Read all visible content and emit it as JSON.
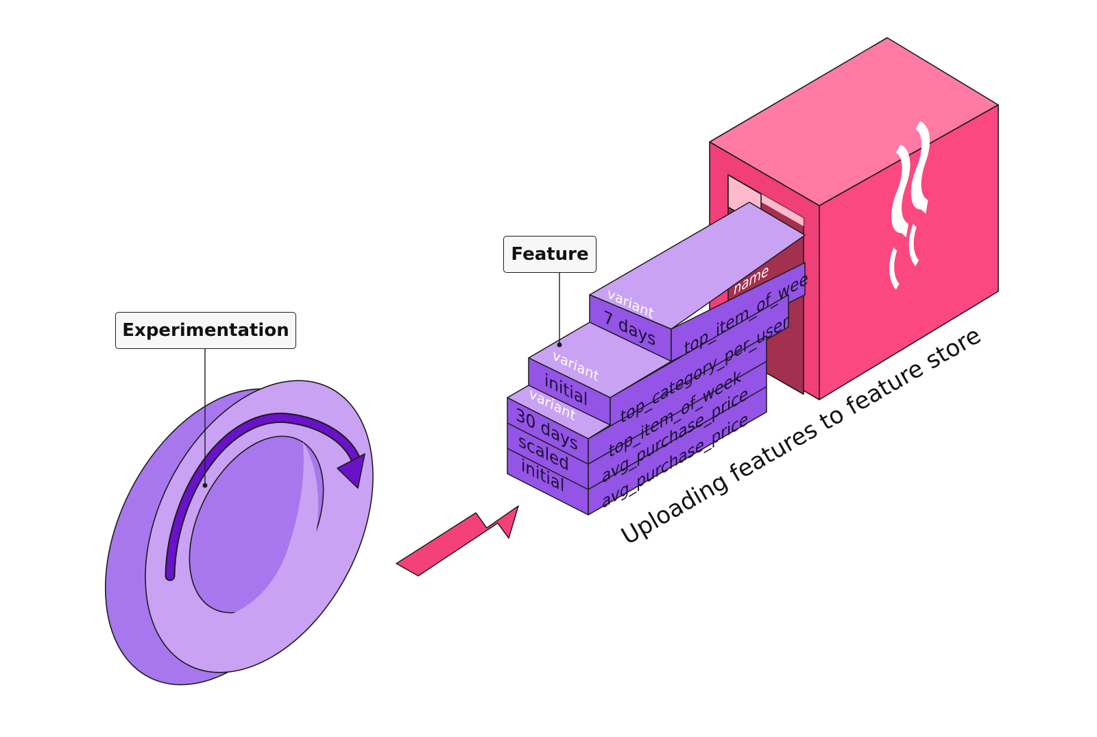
{
  "callouts": {
    "experimentation": "Experimentation",
    "feature": "Feature"
  },
  "caption": "Uploading features to feature store",
  "top_block": {
    "variant_tag": "variant",
    "name_tag": "name",
    "variant": "7 days",
    "name": "top_item_of_wee"
  },
  "middle_block": {
    "variant_tag": "variant",
    "variant": "initial",
    "name": "top_category_per_user"
  },
  "bottom_stack": {
    "variant_tag": "variant",
    "rows": [
      {
        "variant": "30 days",
        "name": "top_item_of_week"
      },
      {
        "variant": "scaled",
        "name": "avg_purchase_price"
      },
      {
        "variant": "initial",
        "name": "avg_purchase_price"
      }
    ]
  },
  "colors": {
    "purple_light": "#c9a2f4",
    "purple_mid": "#a877ee",
    "purple_dark": "#9454e6",
    "arrow_dark": "#6a12c9",
    "pink_top": "#ff7ba5",
    "pink_front": "#fb4880",
    "pink_side": "#f13f79",
    "pink_arrow": "#f5417a"
  },
  "icons": {
    "store_logo": "featureform-logo-icon",
    "cycle": "cycle-arrow-icon",
    "flow": "right-arrow-icon"
  }
}
